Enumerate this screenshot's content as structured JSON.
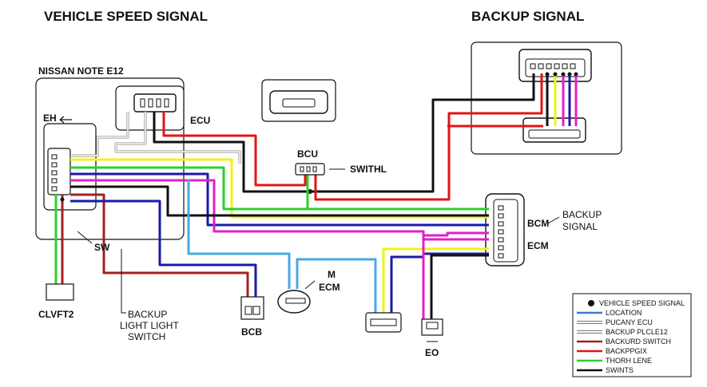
{
  "titles": {
    "left": "VEHICLE SPEED SIGNAL",
    "right": "BACKUP SIGNAL"
  },
  "labels": {
    "vehicle": "NISSAN NOTE E12",
    "ecu": "ECU",
    "eh": "EH",
    "sw": "SW",
    "bcu": "BCU",
    "swithl": "SWITHL",
    "bcm": "BCM",
    "backup_signal_1": "BACKUP",
    "backup_signal_2": "SIGNAL",
    "ecm_right": "ECM",
    "m": "M",
    "ecm_motor": "ECM",
    "clvft2": "CLVFT2",
    "backup_switch_1": "BACKUP",
    "backup_switch_2": "LIGHT LIGHT",
    "backup_switch_3": "SWITCH",
    "bcb": "BCB",
    "eo": "EO"
  },
  "legend": {
    "title": "VEHICLE SPEED SIGNAL",
    "items": [
      {
        "label": "LOCATION",
        "color": "#3a7bd5"
      },
      {
        "label": "PUCANY ECU",
        "color": "#ffffff"
      },
      {
        "label": "BACKUP PLCLE12",
        "color": "#ffffff"
      },
      {
        "label": "BACKURD SWITCH",
        "color": "#a52020"
      },
      {
        "label": "BACKPPGIX",
        "color": "#e01515"
      },
      {
        "label": "THORH LENE",
        "color": "#2bd12b"
      },
      {
        "label": "SWINTS",
        "color": "#111111"
      }
    ]
  },
  "wire_colors": {
    "black": "#111111",
    "red": "#e01515",
    "darkred": "#a52020",
    "yellow": "#f2f21a",
    "green": "#2bd12b",
    "blue": "#1a1aa8",
    "lightblue": "#4aa8e0",
    "magenta": "#e020c8",
    "white": "#ffffff"
  }
}
